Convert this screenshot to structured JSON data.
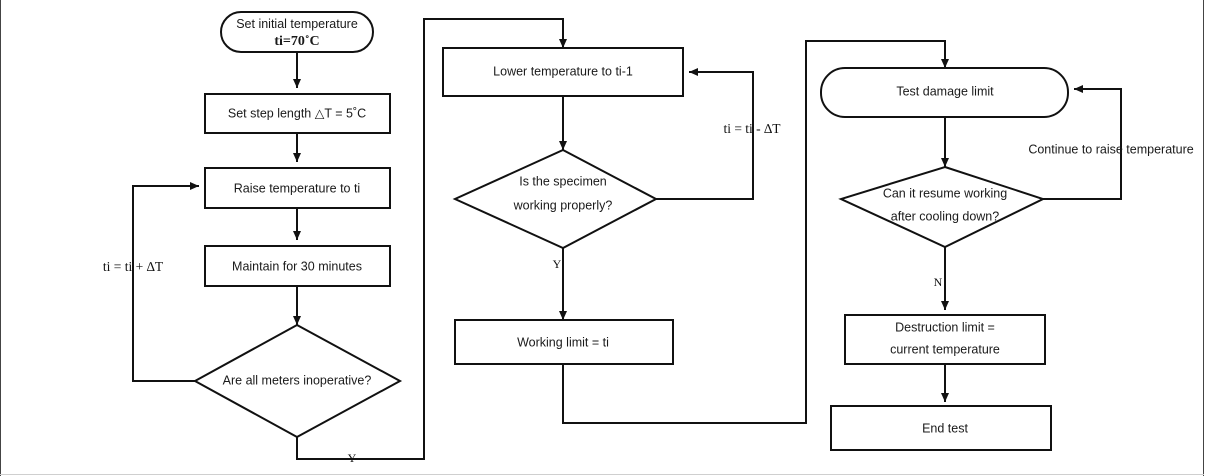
{
  "diagram": {
    "title": "Thermal endurance test flowchart",
    "background_color": "#ffffff",
    "line_color": "#111111",
    "text_color": "#1a1a1a"
  },
  "nodes": {
    "start": {
      "shape": "rounded-terminator",
      "line1": "Set initial temperature",
      "line2": "ti=70˚C"
    },
    "set_step": {
      "shape": "process",
      "label": "Set step length △T = 5˚C"
    },
    "raise_temp": {
      "shape": "process",
      "label": "Raise temperature to ti"
    },
    "maintain": {
      "shape": "process",
      "label": "Maintain for 30 minutes"
    },
    "all_meters": {
      "shape": "decision",
      "label": "Are all meters inoperative?"
    },
    "lower_temp": {
      "shape": "process",
      "label": "Lower temperature to ti-1"
    },
    "specimen_ok": {
      "shape": "decision",
      "line1": "Is the specimen",
      "line2": "working properly?"
    },
    "working_limit": {
      "shape": "process",
      "label": "Working limit = ti"
    },
    "test_damage": {
      "shape": "rounded-terminator",
      "label": "Test damage limit"
    },
    "resume_working": {
      "shape": "decision",
      "line1": "Can it resume working",
      "line2": "after cooling down?"
    },
    "destruction_limit": {
      "shape": "process",
      "line1": "Destruction limit =",
      "line2": "current temperature"
    },
    "end_test": {
      "shape": "process",
      "label": "End test"
    }
  },
  "edge_labels": {
    "increment": "ti = ti + ∆T",
    "decrement": "ti = ti - ∆T",
    "continue_raise": "Continue to raise temperature",
    "yes_meters": "Y",
    "yes_specimen": "Y",
    "no_resume": "N"
  }
}
